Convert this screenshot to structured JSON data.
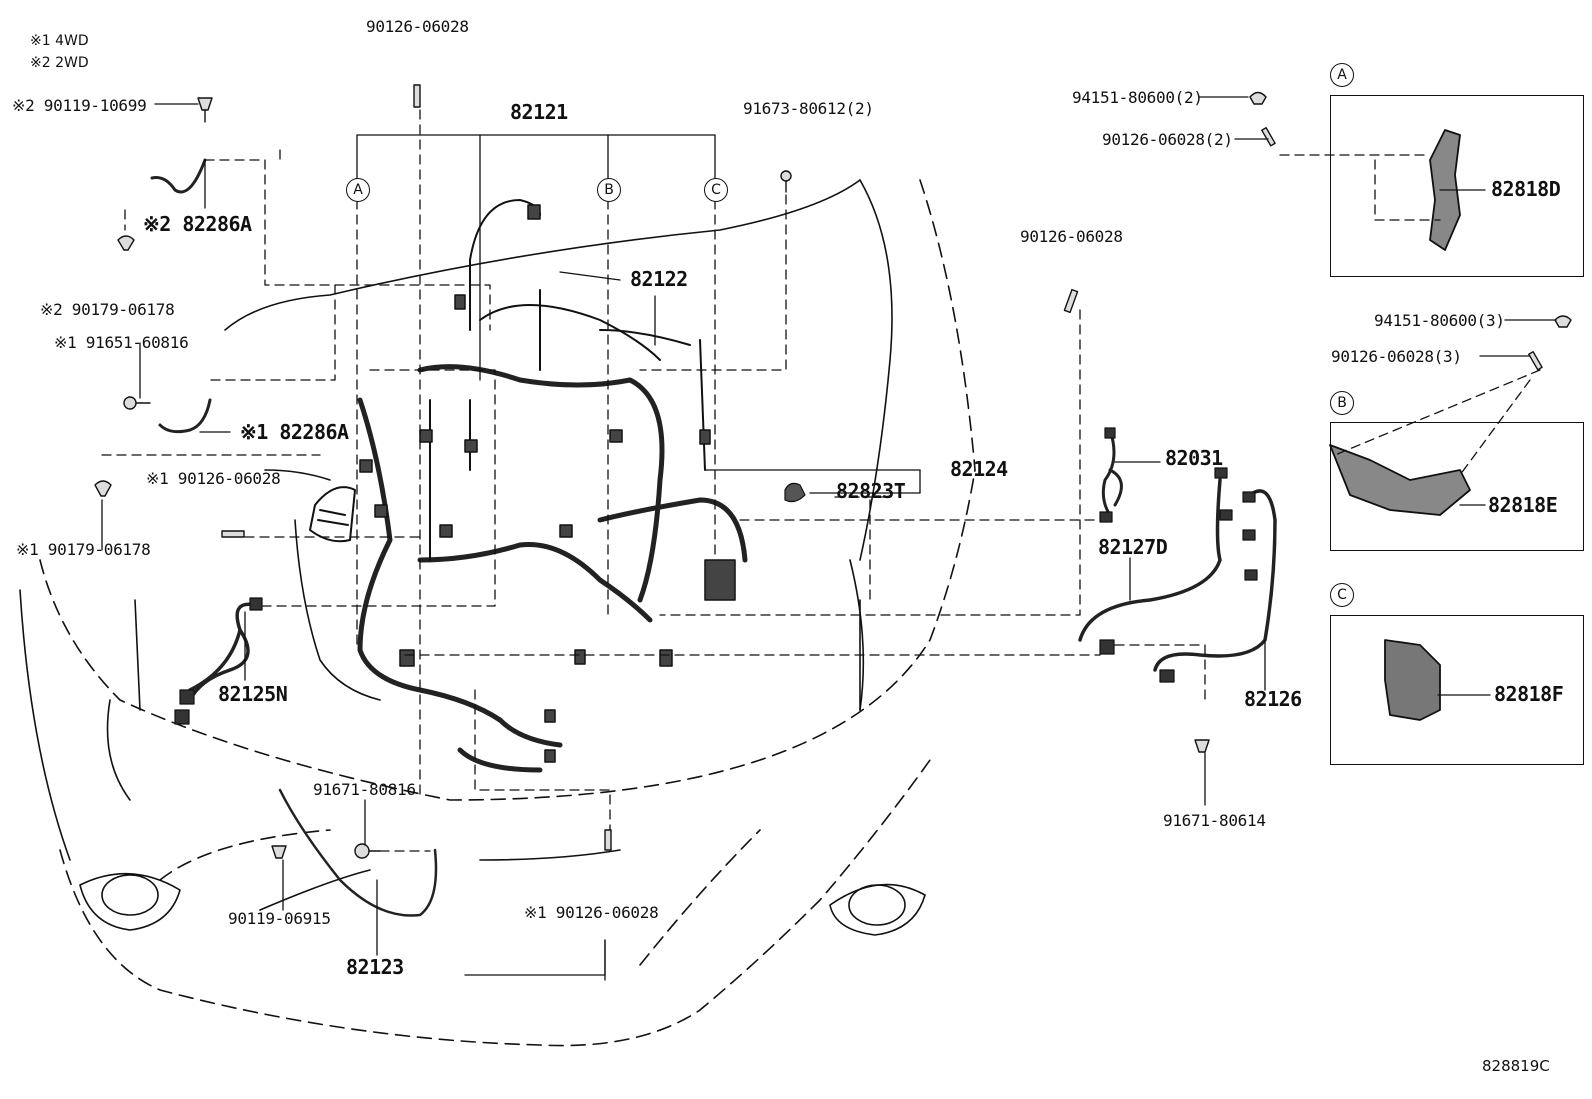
{
  "notes": {
    "n1": "※1 4WD",
    "n2": "※2 2WD"
  },
  "callouts": {
    "A": "A",
    "B": "B",
    "C": "C",
    "A_inset": "A",
    "B_inset": "B",
    "C_inset": "C"
  },
  "parts": {
    "p90126_06028_top": "90126-06028",
    "p90119_10699": "※2 90119-10699",
    "p82286A_2": "※2 82286A",
    "p90179_06178_2": "※2 90179-06178",
    "p91651_60816": "※1 91651-60816",
    "p82286A_1": "※1 82286A",
    "p90126_06028_1": "※1 90126-06028",
    "p90179_06178_1": "※1 90179-06178",
    "p82125N": "82125N",
    "p82121": "82121",
    "p82122": "82122",
    "p91673_80612": "91673-80612(2)",
    "p82124": "82124",
    "p82823T": "82823T",
    "p91671_80816": "91671-80816",
    "p90119_06915": "90119-06915",
    "p82123": "82123",
    "p90126_06028_bottom": "※1 90126-06028",
    "p90126_06028_mid": "90126-06028",
    "p82031": "82031",
    "p82127D": "82127D",
    "p82126": "82126",
    "p91671_80614": "91671-80614",
    "p94151_80600_2": "94151-80600(2)",
    "p90126_06028_2": "90126-06028(2)",
    "p82818D": "82818D",
    "p94151_80600_3": "94151-80600(3)",
    "p90126_06028_3": "90126-06028(3)",
    "p82818E": "82818E",
    "p82818F": "82818F"
  },
  "figure_ref": "828819C"
}
